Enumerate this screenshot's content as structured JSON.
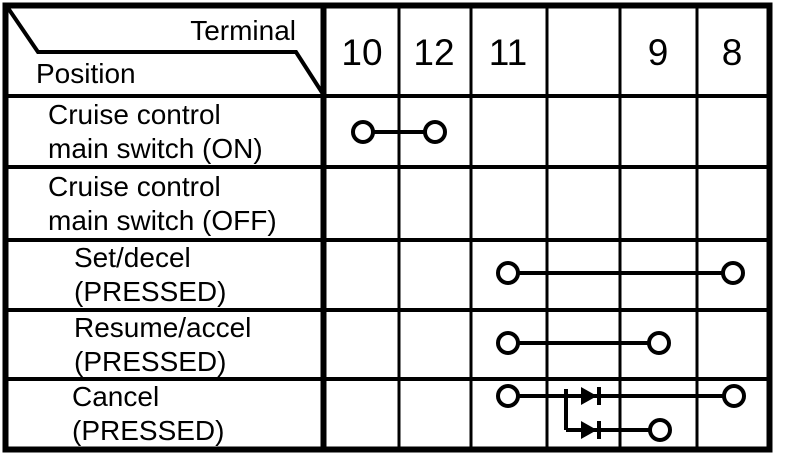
{
  "table": {
    "corner": {
      "terminal_label": "Terminal",
      "position_label": "Position"
    },
    "terminal_columns": [
      "10",
      "12",
      "11",
      "",
      "9",
      "8"
    ],
    "rows": [
      {
        "label": [
          "Cruise control",
          "main switch (ON)"
        ],
        "connections": [
          {
            "terminals": [
              "10",
              "12"
            ],
            "diode": false
          }
        ]
      },
      {
        "label": [
          "Cruise control",
          "main switch (OFF)"
        ],
        "connections": []
      },
      {
        "label": [
          "Set/decel",
          "(PRESSED)"
        ],
        "connections": [
          {
            "terminals": [
              "11",
              "8"
            ],
            "diode": false
          }
        ]
      },
      {
        "label": [
          "Resume/accel",
          "(PRESSED)"
        ],
        "connections": [
          {
            "terminals": [
              "11",
              "9"
            ],
            "diode": false
          }
        ]
      },
      {
        "label": [
          "Cancel",
          "(PRESSED)"
        ],
        "connections": [
          {
            "terminals": [
              "11",
              "8"
            ],
            "diode": true
          },
          {
            "terminals": [
              "11",
              "9"
            ],
            "diode": true
          }
        ]
      }
    ],
    "colors": {
      "ink": "#000000",
      "background": "#ffffff"
    }
  }
}
